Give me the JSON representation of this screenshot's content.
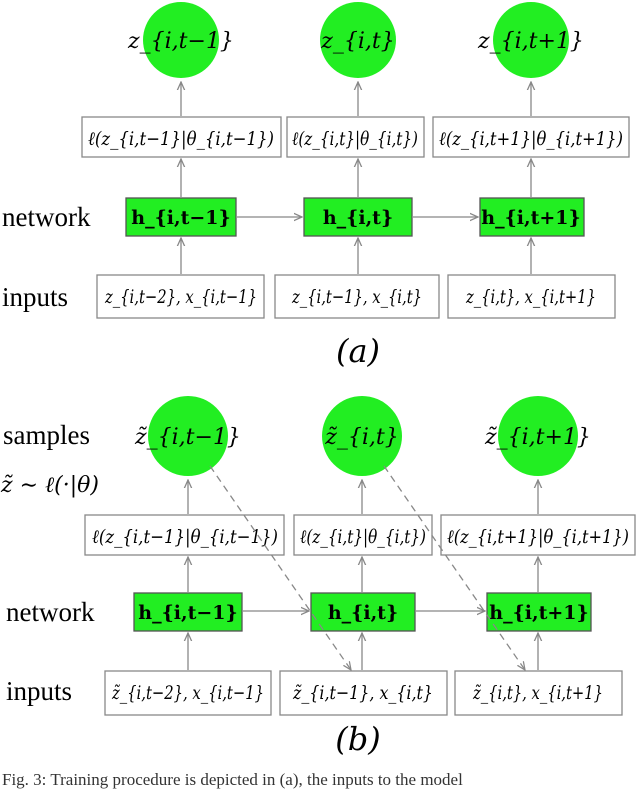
{
  "panel_a": {
    "outputs": [
      "z_{i,t−1}",
      "z_{i,t}",
      "z_{i,t+1}"
    ],
    "likelihoods": [
      "ℓ(z_{i,t−1}|θ_{i,t−1})",
      "ℓ(z_{i,t}|θ_{i,t})",
      "ℓ(z_{i,t+1}|θ_{i,t+1})"
    ],
    "hidden": [
      "h_{i,t−1}",
      "h_{i,t}",
      "h_{i,t+1}"
    ],
    "inputs": [
      "z_{i,t−2}, x_{i,t−1}",
      "z_{i,t−1}, x_{i,t}",
      "z_{i,t}, x_{i,t+1}"
    ],
    "label_network": "network",
    "label_inputs": "inputs",
    "sublabel": "(a)"
  },
  "panel_b": {
    "outputs": [
      "z̃_{i,t−1}",
      "z̃_{i,t}",
      "z̃_{i,t+1}"
    ],
    "likelihoods": [
      "ℓ(z_{i,t−1}|θ_{i,t−1})",
      "ℓ(z_{i,t}|θ_{i,t})",
      "ℓ(z_{i,t+1}|θ_{i,t+1})"
    ],
    "hidden": [
      "h_{i,t−1}",
      "h_{i,t}",
      "h_{i,t+1}"
    ],
    "inputs": [
      "z̃_{i,t−2}, x_{i,t−1}",
      "z̃_{i,t−1}, x_{i,t}",
      "z̃_{i,t}, x_{i,t+1}"
    ],
    "label_samples": "samples",
    "label_sampling": "z̃ ∼ ℓ(·|θ)",
    "label_network": "network",
    "label_inputs": "inputs",
    "sublabel": "(b)"
  },
  "caption": "Fig. 3: Training procedure is depicted in (a), the inputs to the model"
}
